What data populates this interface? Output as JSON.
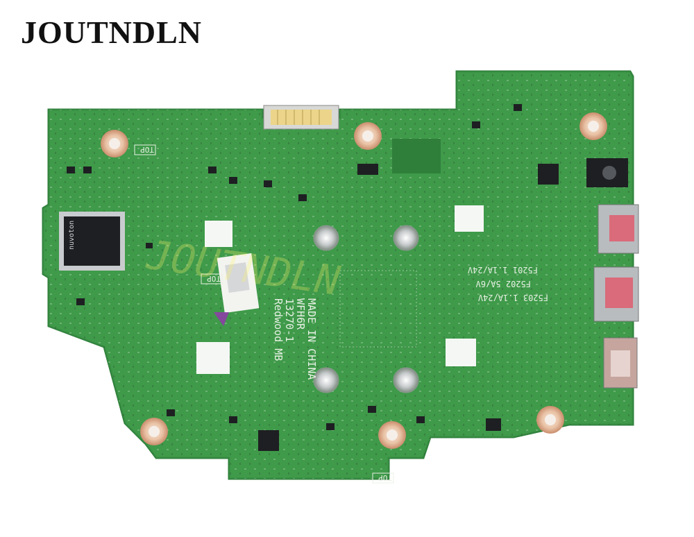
{
  "brand": {
    "text": "JOUTNDLN"
  },
  "colors": {
    "pcb_green": "#3f9a4a",
    "pcb_green_dark": "#2f7f3b",
    "silkscreen": "#e8f1e4",
    "chip": "#1e1f22",
    "copper_pad": "#e9c3a6",
    "silver": "#c9ccce",
    "label_bg": "#f3f4f0"
  },
  "board": {
    "label": {
      "line1": "Redwood MB",
      "line2": "13270-1",
      "line3": "WFH6R",
      "line4": "MADE IN CHINA"
    },
    "top_markers": [
      "TOP",
      "TOP",
      "TOP"
    ],
    "fuse_labels": [
      "F5201  1.1A/24V",
      "F5202   5A/6V",
      "F5203  1.1A/24V"
    ],
    "chip_logo": "nuvoton",
    "watermark": "JOUTNDLN"
  }
}
